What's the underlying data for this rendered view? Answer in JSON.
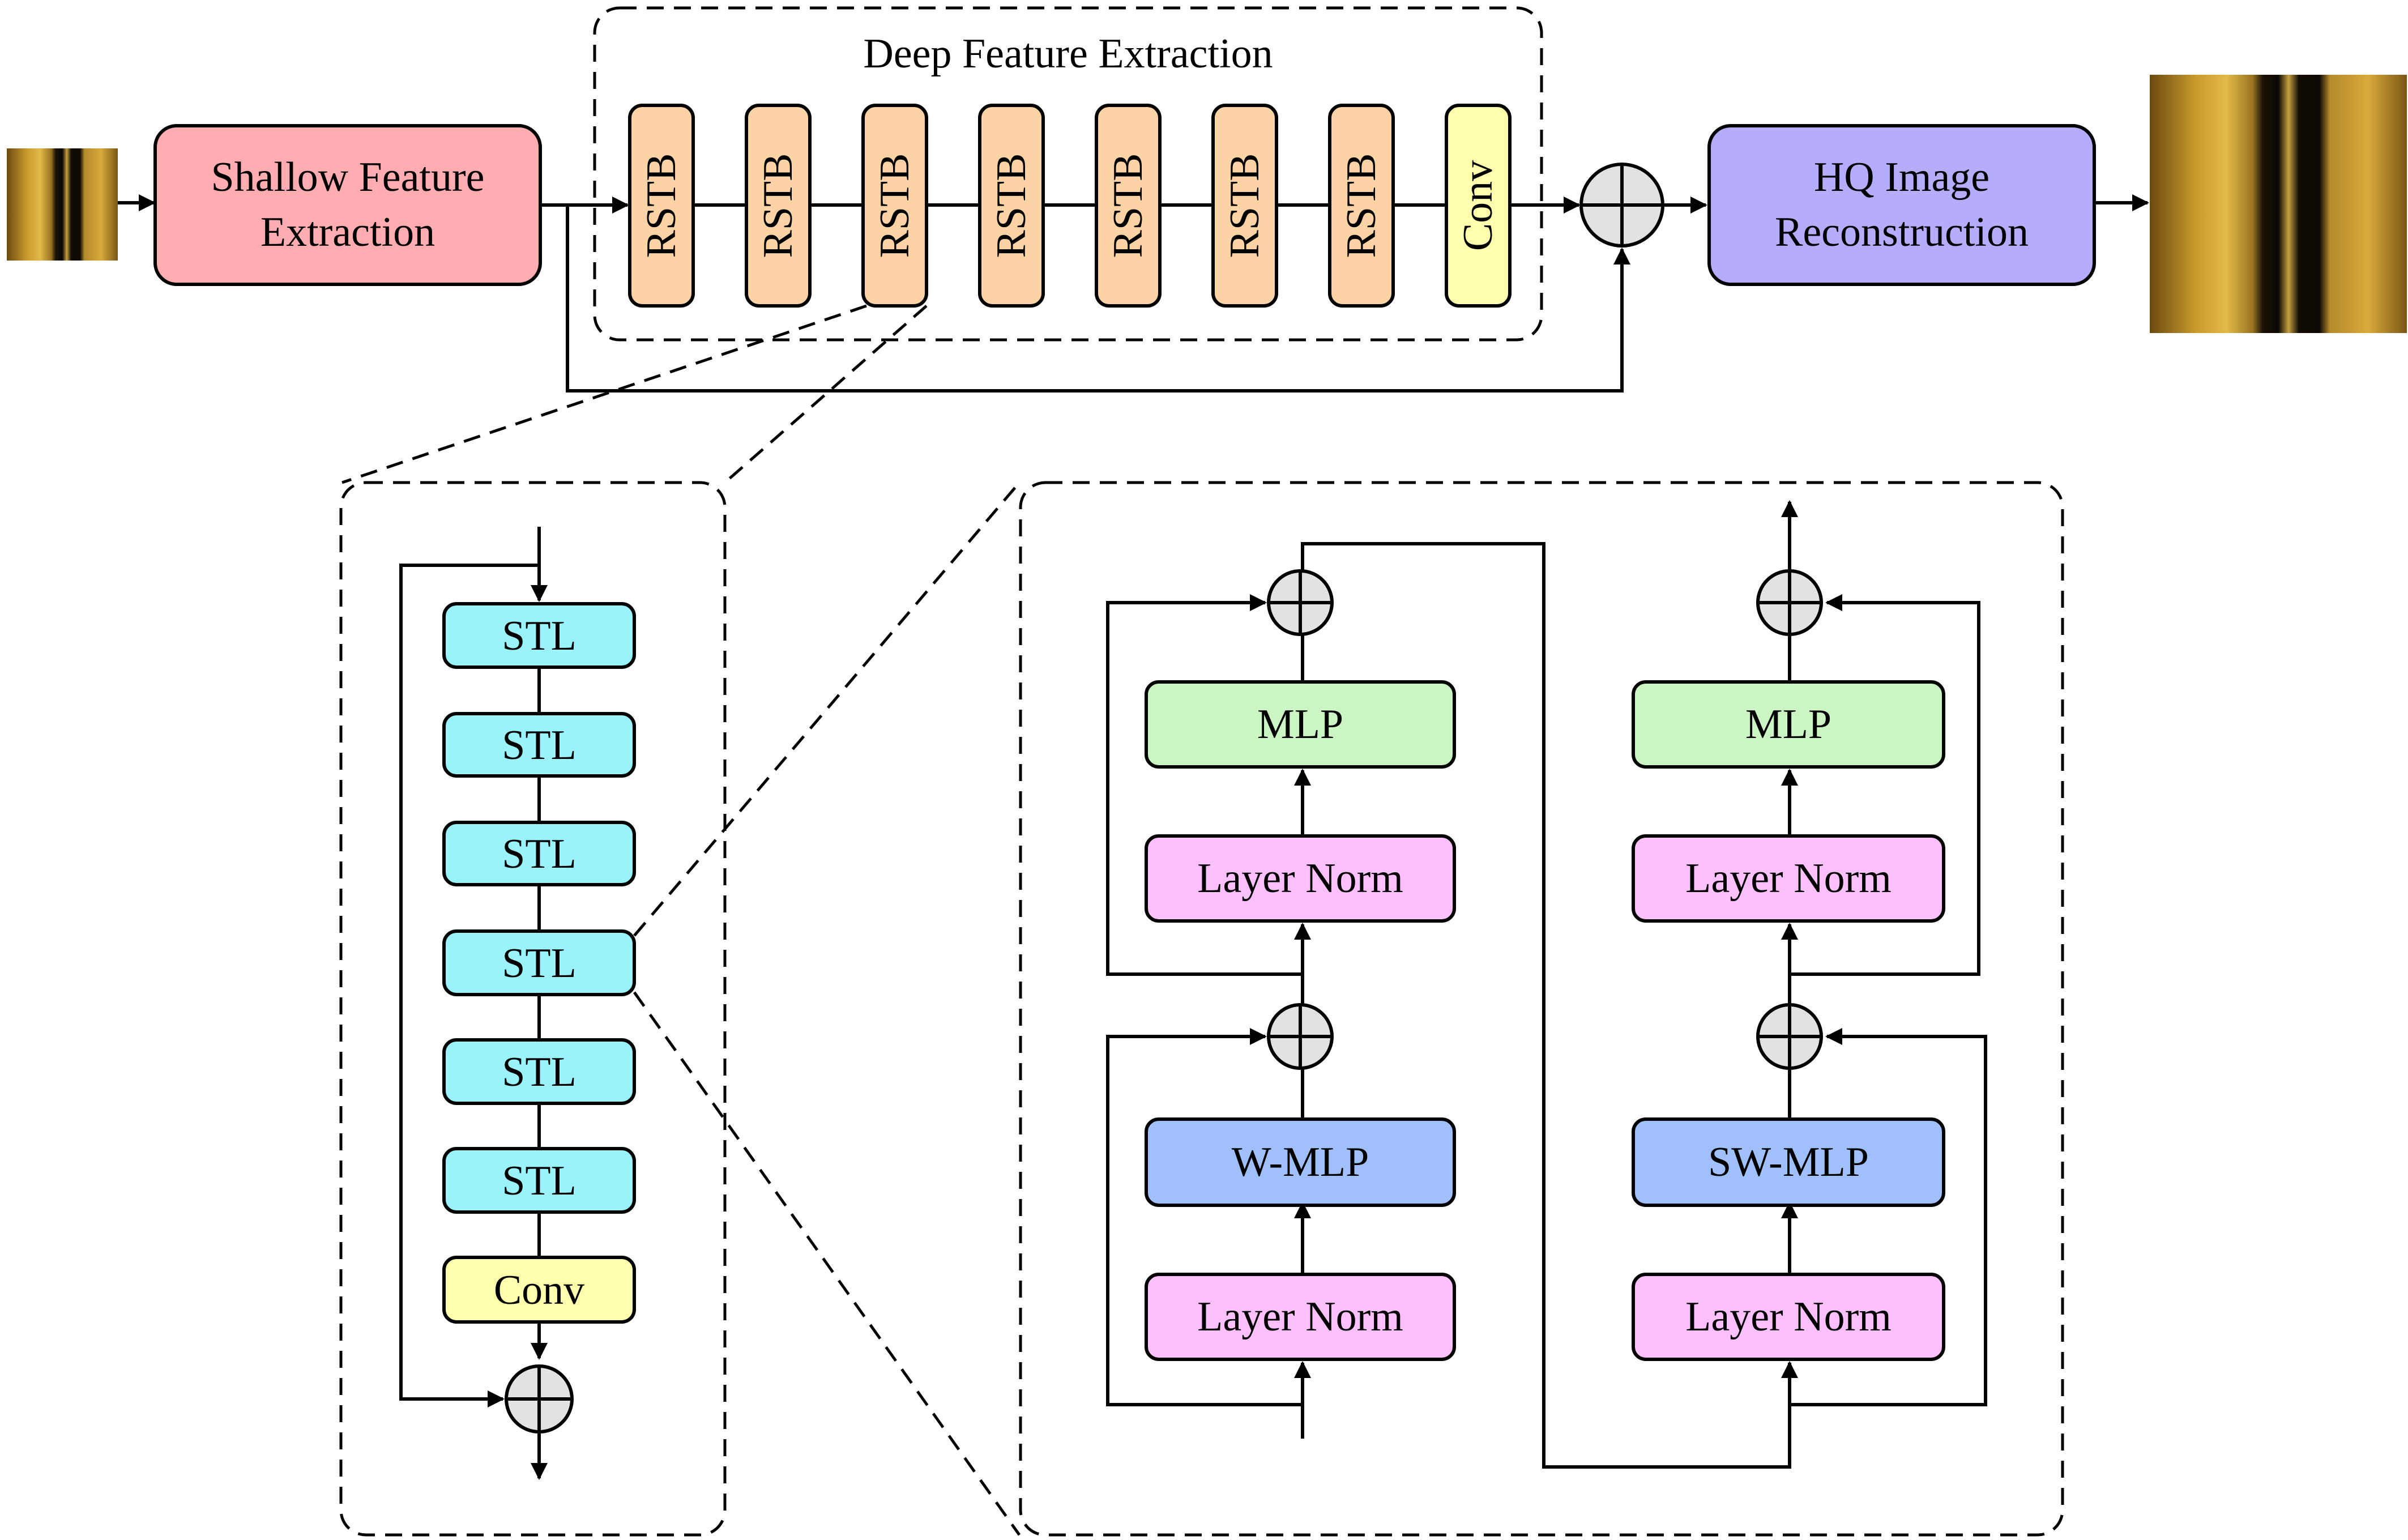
{
  "colors": {
    "shallow": "#ffadb0",
    "deep_bg": "#e6e6e6",
    "rstb": "#fcd3a4",
    "conv": "#ffffad",
    "hq": "#b6acfc",
    "rstb_panel": "#fce3c8",
    "stl": "#9af2fb",
    "stl_panel": "#b7f5fb",
    "mlp": "#ccf5c4",
    "norm": "#fcc1fc",
    "wmlp": "#9fc0fa",
    "adder": "#e2e2e2"
  },
  "top": {
    "shallow_line1": "Shallow Feature",
    "shallow_line2": "Extraction",
    "deep_title": "Deep Feature Extraction",
    "rstb_blocks": [
      "RSTB",
      "RSTB",
      "RSTB",
      "RSTB",
      "RSTB",
      "RSTB",
      "RSTB"
    ],
    "conv_label": "Conv",
    "hq_line1": "HQ Image",
    "hq_line2": "Reconstruction"
  },
  "rstb_detail": {
    "stl_blocks": [
      "STL",
      "STL",
      "STL",
      "STL",
      "STL",
      "STL"
    ],
    "conv_label": "Conv"
  },
  "stl_detail": {
    "left": {
      "mlp": "MLP",
      "norm_top": "Layer Norm",
      "attn": "W-MLP",
      "norm_bottom": "Layer Norm"
    },
    "right": {
      "mlp": "MLP",
      "norm_top": "Layer Norm",
      "attn": "SW-MLP",
      "norm_bottom": "Layer Norm"
    }
  }
}
